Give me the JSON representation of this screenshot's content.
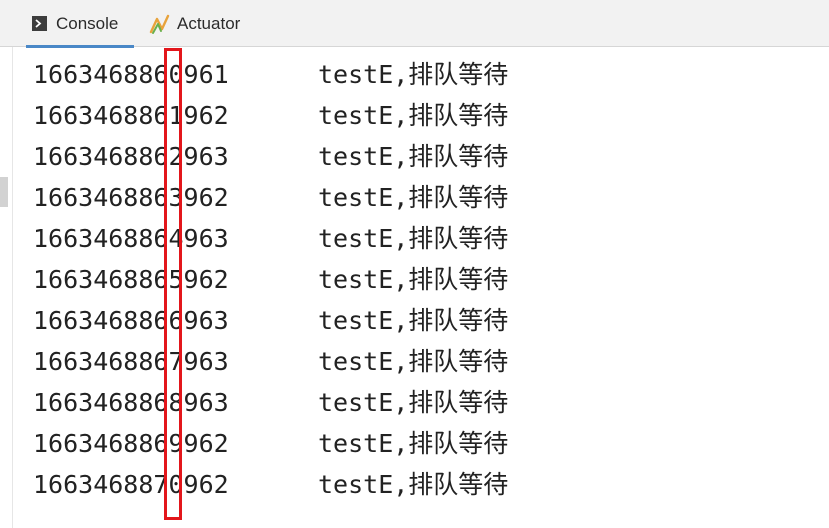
{
  "tabs": [
    {
      "label": "Console",
      "icon": "console-icon",
      "active": true
    },
    {
      "label": "Actuator",
      "icon": "actuator-icon",
      "active": false
    }
  ],
  "colors": {
    "tab_active_underline": "#4a88c7",
    "highlight_box": "#e3161b",
    "text": "#222222",
    "tabbar_bg": "#f2f2f2"
  },
  "log": {
    "rows": [
      {
        "timestamp": "1663468860961",
        "message": "testE,排队等待"
      },
      {
        "timestamp": "1663468861962",
        "message": "testE,排队等待"
      },
      {
        "timestamp": "1663468862963",
        "message": "testE,排队等待"
      },
      {
        "timestamp": "1663468863962",
        "message": "testE,排队等待"
      },
      {
        "timestamp": "1663468864963",
        "message": "testE,排队等待"
      },
      {
        "timestamp": "1663468865962",
        "message": "testE,排队等待"
      },
      {
        "timestamp": "1663468866963",
        "message": "testE,排队等待"
      },
      {
        "timestamp": "1663468867963",
        "message": "testE,排队等待"
      },
      {
        "timestamp": "1663468868963",
        "message": "testE,排队等待"
      },
      {
        "timestamp": "1663468869962",
        "message": "testE,排队等待"
      },
      {
        "timestamp": "1663468870962",
        "message": "testE,排队等待"
      }
    ]
  }
}
